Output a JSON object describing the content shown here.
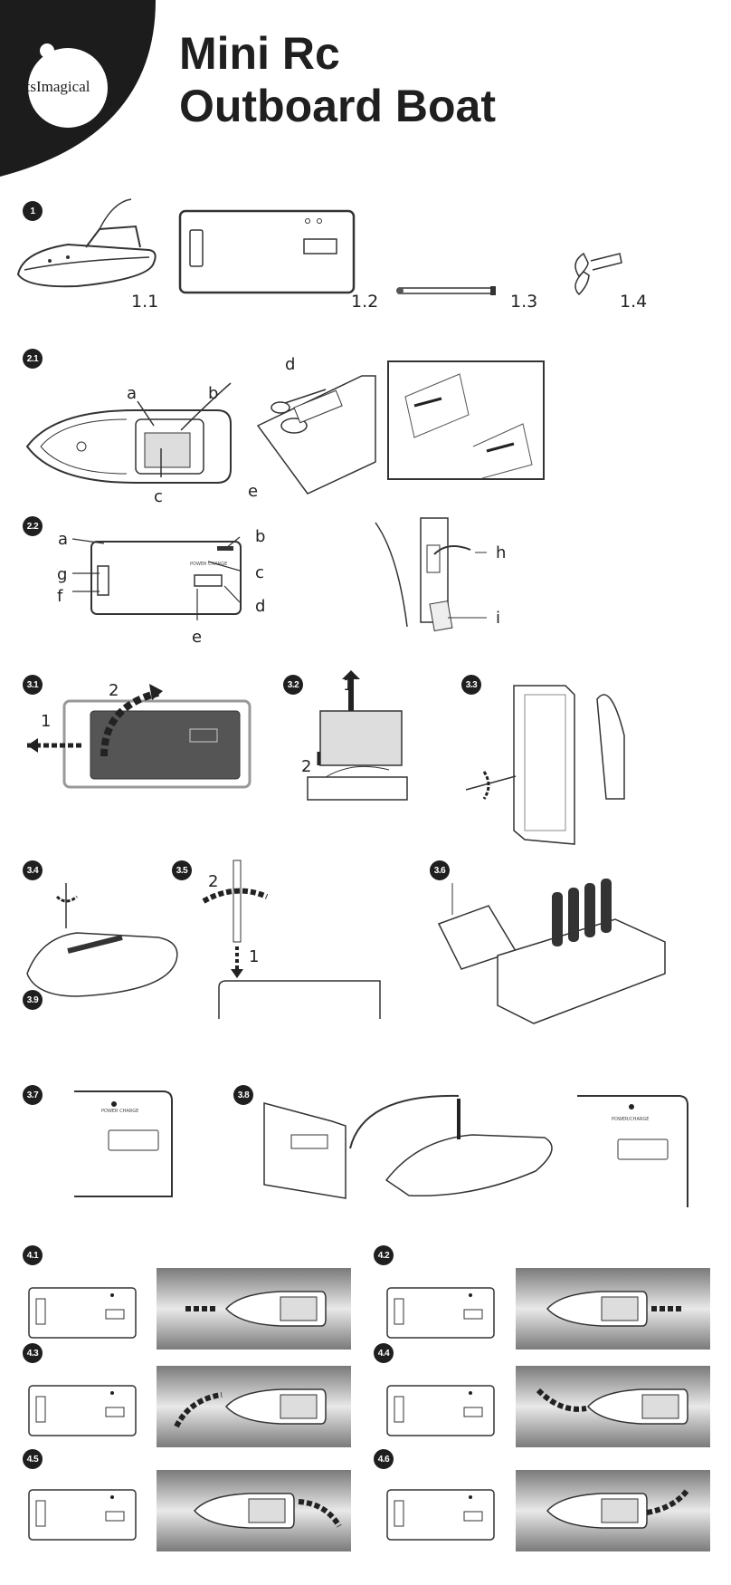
{
  "header": {
    "brand": "ItsImagical",
    "brand_mark": "®",
    "title_line1": "Mini Rc",
    "title_line2": "Outboard Boat"
  },
  "steps": {
    "s1": "1",
    "s21": "2.1",
    "s22": "2.2",
    "s31": "3.1",
    "s32": "3.2",
    "s33": "3.3",
    "s34": "3.4",
    "s35": "3.5",
    "s36": "3.6",
    "s37": "3.7",
    "s38": "3.8",
    "s39": "3.9",
    "s41": "4.1",
    "s42": "4.2",
    "s43": "4.3",
    "s44": "4.4",
    "s45": "4.5",
    "s46": "4.6"
  },
  "parts": {
    "p11": "1.1",
    "p12": "1.2",
    "p13": "1.3",
    "p14": "1.4"
  },
  "labels_21": {
    "a": "a",
    "b": "b",
    "c": "c",
    "d": "d",
    "e": "e"
  },
  "labels_22": {
    "a": "a",
    "b": "b",
    "c": "c",
    "d": "d",
    "e": "e",
    "f": "f",
    "g": "g",
    "h": "h",
    "i": "i"
  },
  "arrows": {
    "a31_1": "1",
    "a31_2": "2",
    "a32_1": "1",
    "a32_2": "2",
    "a35_1": "1",
    "a35_2": "2"
  },
  "remote_text": "POWER CHARGE",
  "remote_text2": "POWER/CHARGE"
}
